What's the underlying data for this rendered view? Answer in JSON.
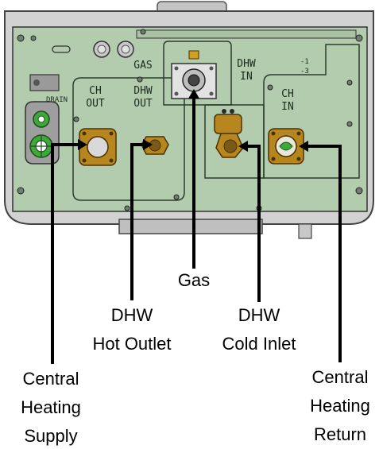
{
  "unit_stencils": {
    "drain": "DRAIN",
    "ch_out": [
      "CH",
      "OUT"
    ],
    "dhw_out": [
      "DHW",
      "OUT"
    ],
    "gas": "GAS",
    "dhw_in": [
      "DHW",
      "IN"
    ],
    "ch_in": [
      "CH",
      "IN"
    ],
    "model_marks": [
      "-1",
      "-3"
    ]
  },
  "callouts": {
    "gas": [
      "Gas"
    ],
    "dhw_hot_outlet": [
      "DHW",
      "Hot Outlet"
    ],
    "dhw_cold_inlet": [
      "DHW",
      "Cold Inlet"
    ],
    "central_heating_supply": [
      "Central",
      "Heating",
      "Supply"
    ],
    "central_heating_return": [
      "Central",
      "Heating",
      "Return"
    ]
  },
  "colors": {
    "panel": "#b3ccae",
    "casing": "#d2d2d2",
    "brass": "#b8861e",
    "drain_valve": "#3fa83a",
    "leader_line": "#000000"
  }
}
